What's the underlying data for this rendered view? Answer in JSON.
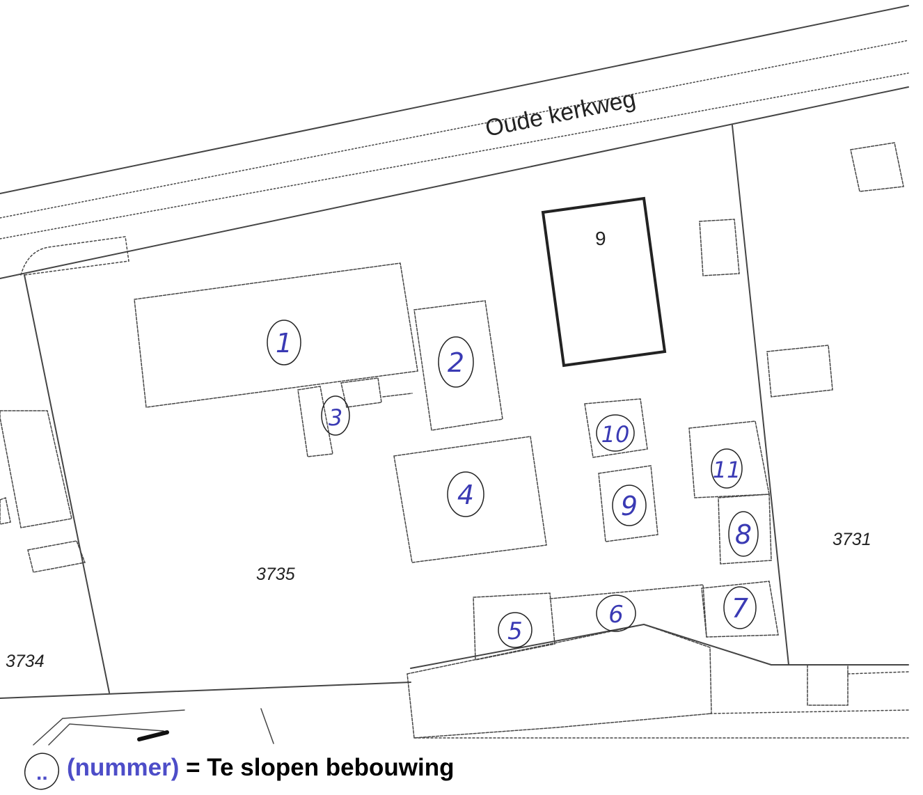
{
  "map": {
    "road_name": "Oude kerkweg",
    "parcels": [
      "3735",
      "3734",
      "3731"
    ],
    "existing_building_label": "9",
    "demolition_numbers": [
      "1",
      "2",
      "3",
      "4",
      "5",
      "6",
      "7",
      "8",
      "9",
      "10",
      "11"
    ]
  },
  "legend": {
    "symbol": "..",
    "keyword": "(nummer)",
    "description": "= Te slopen bebouwing"
  },
  "colors": {
    "annotation_blue": "#3a3ab4",
    "legend_blue": "#4d4dc8",
    "line": "#333333"
  }
}
